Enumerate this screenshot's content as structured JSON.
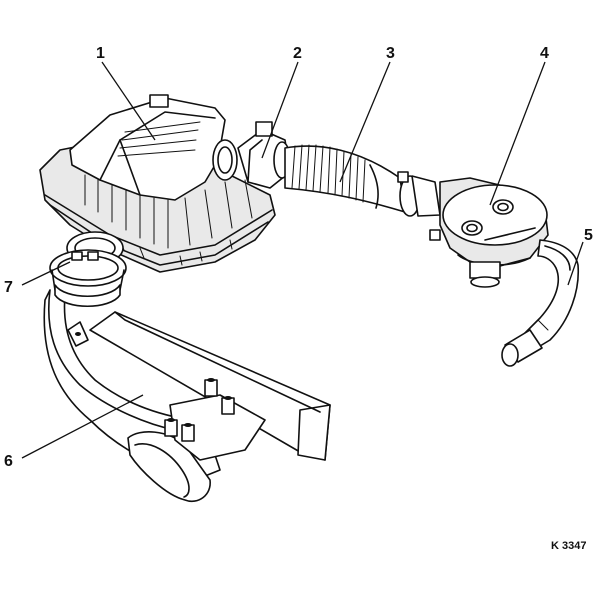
{
  "callouts": [
    {
      "id": "1",
      "label": "1"
    },
    {
      "id": "2",
      "label": "2"
    },
    {
      "id": "3",
      "label": "3"
    },
    {
      "id": "4",
      "label": "4"
    },
    {
      "id": "5",
      "label": "5"
    },
    {
      "id": "6",
      "label": "6"
    },
    {
      "id": "7",
      "label": "7"
    }
  ],
  "figure_ref": "K 3347"
}
